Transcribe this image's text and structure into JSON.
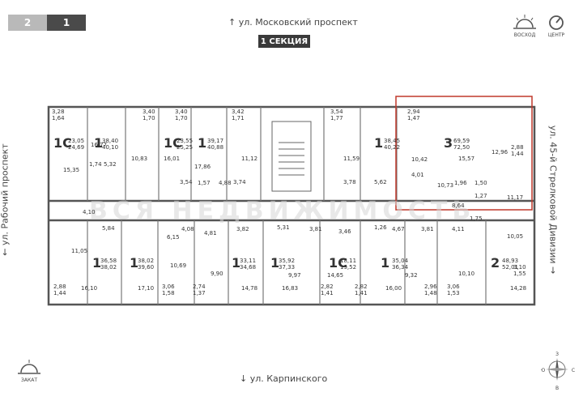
{
  "tabs": [
    {
      "label": "2",
      "active": false
    },
    {
      "label": "1",
      "active": true
    }
  ],
  "streets": {
    "top": "ул. Московский проспект",
    "bottom": "ул. Карпинского",
    "left": "ул. Рабочий проспект",
    "right": "ул. 45-й Стрелковой Дивизии"
  },
  "section_label": "1 СЕКЦИЯ",
  "icons": {
    "sunrise": {
      "icon": "sunrise-icon",
      "label": "ВОСХОД"
    },
    "center": {
      "icon": "center-direction-icon",
      "label": "ЦЕНТР"
    },
    "sunset": {
      "icon": "sunset-icon",
      "label": "ЗАКАТ"
    },
    "compass": {
      "icon": "compass-icon",
      "n": "З",
      "s": "В",
      "w": "Ю",
      "e": "С"
    }
  },
  "watermark": "ВСЯ НЕДВИЖИМОСТЬ",
  "colors": {
    "highlight": "#c0392b",
    "wall": "#555555",
    "accent_dark": "#3a3a3a"
  },
  "apartments_top": [
    {
      "rooms": "1С",
      "total": "23,05\n24,69",
      "areas": [
        "3,28\n1,64",
        "15,35"
      ]
    },
    {
      "rooms": "1",
      "total": "38,40\n40,10",
      "areas": [
        "16,77",
        "1,74",
        "5,32"
      ]
    },
    {
      "rooms": "",
      "total": "",
      "areas": [
        "3,40\n1,70",
        "10,83"
      ]
    },
    {
      "rooms": "1С",
      "total": "23,55\n25,25",
      "areas": [
        "3,40\n1,70",
        "16,01",
        "3,54"
      ]
    },
    {
      "rooms": "1",
      "total": "39,17\n40,88",
      "areas": [
        "17,86",
        "1,57",
        "4,88"
      ]
    },
    {
      "rooms": "",
      "total": "",
      "areas": [
        "3,42\n1,71",
        "11,12",
        "3,74"
      ]
    },
    {
      "rooms": "1",
      "total": "38,45\n40,22",
      "areas": [
        "3,54\n1,77",
        "11,59",
        "3,78",
        "5,62"
      ]
    },
    {
      "rooms": "3",
      "total": "69,59\n72,50",
      "areas": [
        "2,94\n1,47",
        "10,42",
        "4,01",
        "10,73",
        "1,96",
        "1,50",
        "15,57",
        "12,96",
        "2,88\n1,44",
        "8,64",
        "1,27",
        "11,17"
      ]
    }
  ],
  "apartments_bottom": [
    {
      "rooms": "1",
      "total": "36,58\n38,02",
      "areas": [
        "5,84",
        "11,05",
        "2,88\n1,44",
        "16,10"
      ]
    },
    {
      "rooms": "1",
      "total": "38,02\n39,60",
      "areas": [
        "4,10",
        "17,10",
        "3,06\n1,58"
      ]
    },
    {
      "rooms": "",
      "total": "",
      "areas": [
        "6,15",
        "4,08",
        "4,81",
        "10,69",
        "2,74\n1,37",
        "9,90"
      ]
    },
    {
      "rooms": "1",
      "total": "33,11\n34,68",
      "areas": [
        "3,82",
        "14,78"
      ]
    },
    {
      "rooms": "1",
      "total": "35,92\n37,33",
      "areas": [
        "5,31",
        "16,83",
        "9,97",
        "2,82\n1,41"
      ]
    },
    {
      "rooms": "1С",
      "total": "18,11\n19,52",
      "areas": [
        "3,81",
        "3,46",
        "14,65",
        "2,82\n1,41"
      ]
    },
    {
      "rooms": "1",
      "total": "35,04\n36,34",
      "areas": [
        "1,26",
        "4,67",
        "16,00",
        "9,32"
      ]
    },
    {
      "rooms": "",
      "total": "",
      "areas": [
        "3,81",
        "4,11",
        "2,96\n1,48",
        "3,06\n1,53",
        "10,10"
      ]
    },
    {
      "rooms": "2",
      "total": "48,93\n52,01",
      "areas": [
        "1,75",
        "10,05",
        "3,10\n1,55",
        "14,28"
      ]
    }
  ]
}
